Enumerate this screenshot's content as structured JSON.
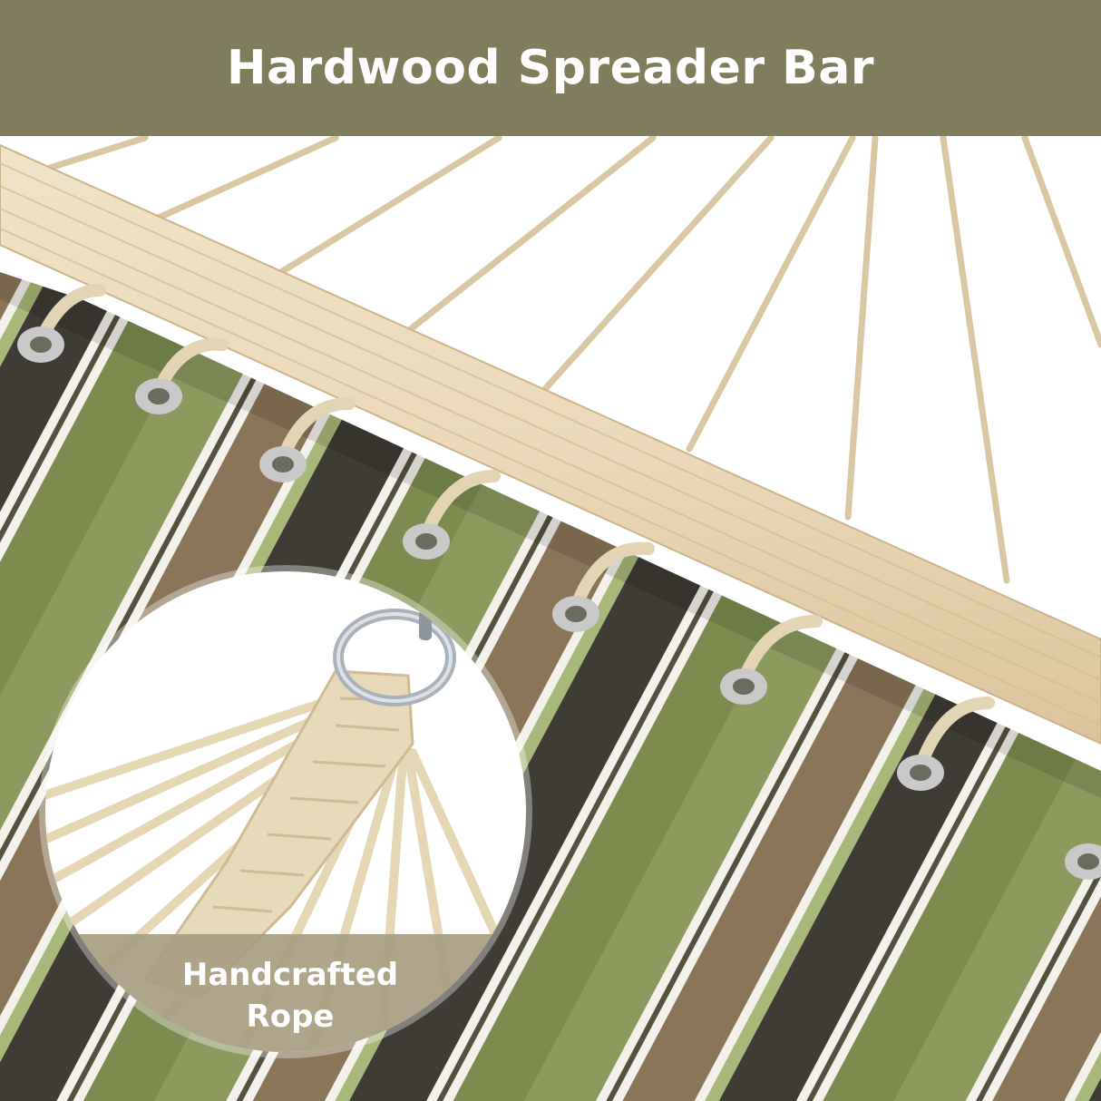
{
  "header": {
    "title": "Hardwood Spreader Bar"
  },
  "inset": {
    "label_line1": "Handcrafted",
    "label_line2": "Rope"
  },
  "colors": {
    "header_band": "#7f7d5b",
    "wood": "#ebd9b9",
    "wood_grain": "#d9c29a",
    "rope": "#e3d4b3",
    "stripe_olive": "#8b9a5a",
    "stripe_brown": "#8a7558",
    "stripe_dark": "#3f3c35",
    "stripe_white": "#f3f1ea",
    "grommet": "#c9c9c9",
    "inset_label_band": "#a79d80"
  }
}
